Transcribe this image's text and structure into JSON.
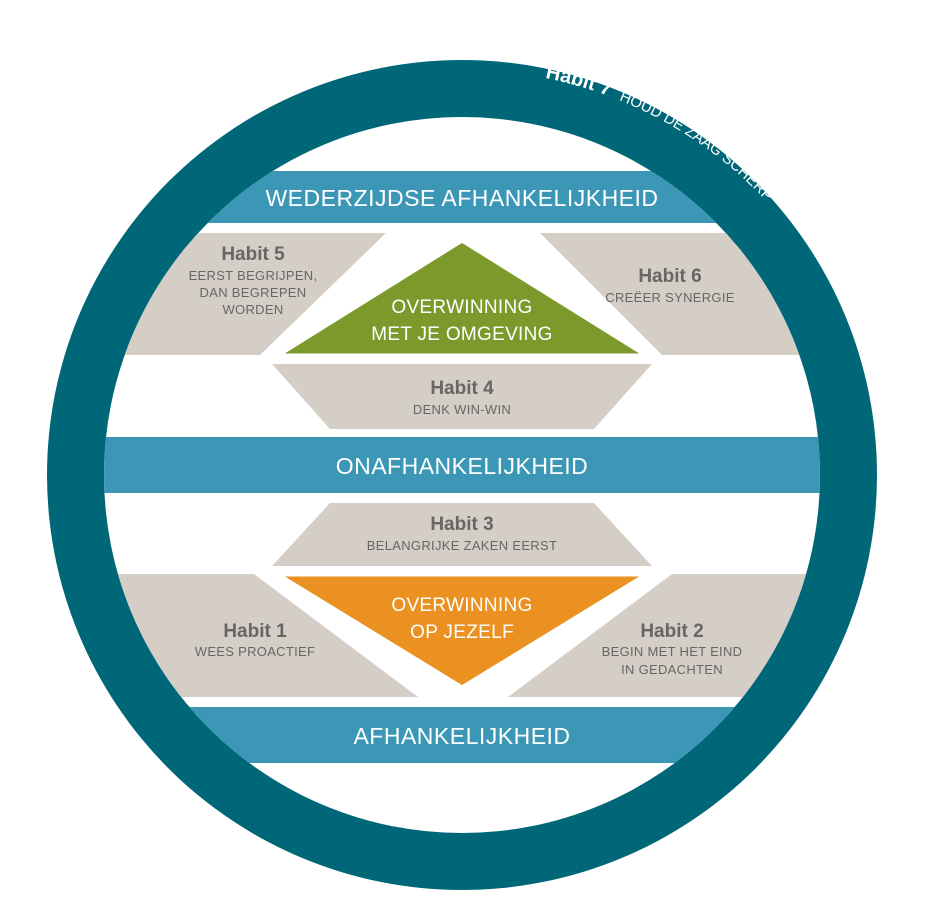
{
  "colors": {
    "ring": "#006778",
    "band": "#3b97b5",
    "habit_shape": "#d5cec6",
    "green_victory": "#7c9a2c",
    "orange_victory": "#ea9121",
    "text_grey": "#666666"
  },
  "ring": {
    "habit_title": "Habit 7",
    "habit_text": "HOUD DE ZAAG SCHERP"
  },
  "bands": {
    "top": "WEDERZIJDSE AFHANKELIJKHEID",
    "middle": "ONAFHANKELIJKHEID",
    "bottom": "AFHANKELIJKHEID"
  },
  "upper": {
    "victory_line1": "OVERWINNING",
    "victory_line2": "MET JE OMGEVING",
    "habit5": {
      "title": "Habit 5",
      "line1": "EERST BEGRIJPEN,",
      "line2": "DAN BEGREPEN",
      "line3": "WORDEN"
    },
    "habit6": {
      "title": "Habit 6",
      "line1": "CREËER SYNERGIE"
    },
    "habit4": {
      "title": "Habit 4",
      "line1": "DENK WIN-WIN"
    }
  },
  "lower": {
    "victory_line1": "OVERWINNING",
    "victory_line2": "OP JEZELF",
    "habit3": {
      "title": "Habit 3",
      "line1": "BELANGRIJKE ZAKEN EERST"
    },
    "habit1": {
      "title": "Habit 1",
      "line1": "WEES PROACTIEF"
    },
    "habit2": {
      "title": "Habit 2",
      "line1": "BEGIN MET HET EIND",
      "line2": "IN GEDACHTEN"
    }
  }
}
